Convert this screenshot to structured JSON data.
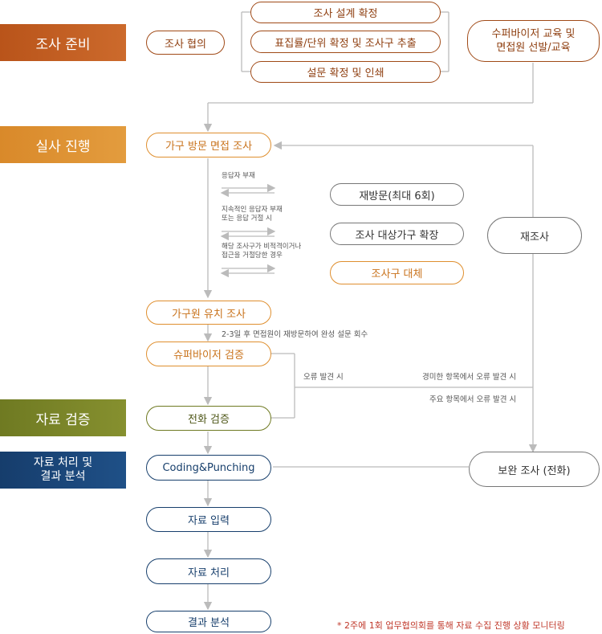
{
  "phases": {
    "prep": "조사 준비",
    "field": "실사 진행",
    "verify": "자료 검증",
    "process_line1": "자료 처리 및",
    "process_line2": "결과 분석"
  },
  "nodes": {
    "consult": "조사 협의",
    "design": "조사 설계 확정",
    "sampling": "표집률/단위 확정 및 조사구 추출",
    "questionnaire": "설문 확정 및 인쇄",
    "supervisor_line1": "수퍼바이저 교육 및",
    "supervisor_line2": "면접원 선발/교육",
    "visit": "가구 방문 면접 조사",
    "revisit": "재방문(최대 6회)",
    "expand": "조사 대상가구 확장",
    "replace": "조사구 대체",
    "resurvey": "재조사",
    "drop_off": "가구원 유치 조사",
    "sv_check": "슈퍼바이저 검증",
    "phone_check": "전화 검증",
    "coding": "Coding&Punching",
    "supplement": "보완 조사 (전화)",
    "input": "자료 입력",
    "processing": "자료 처리",
    "analysis": "결과 분석"
  },
  "labels": {
    "absent": "응답자 부재",
    "persistent_line1": "지속적인 응답자 부재",
    "persistent_line2": "또는 응답 거절 시",
    "hostile_line1": "해당 조사구가 비적격이거나",
    "hostile_line2": "접근을 거절당한 경우",
    "collect": "2-3일 후 면접원이 재방문하여 완성 설문 회수",
    "error_found": "오류 발견 시",
    "minor_error": "경미한 항목에서 오류 발견 시",
    "major_error": "주요 항목에서 오류 발견 시"
  },
  "footnote": "* 2주에 1회 업무협의회를 통해 자료 수집 진행 상황 모니터링",
  "colors": {
    "prep": "#b9541a",
    "field": "#d9892a",
    "verify": "#6f7a22",
    "process": "#163d6c",
    "line": "#bbbbbb"
  }
}
